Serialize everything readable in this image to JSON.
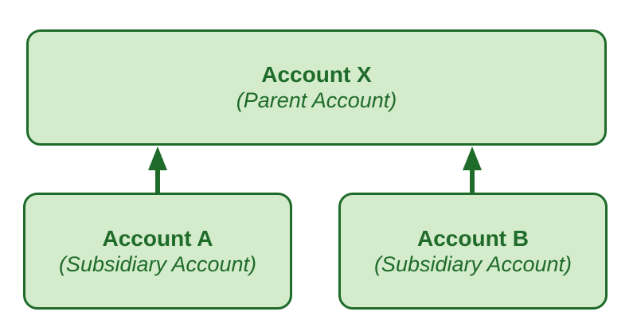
{
  "colors": {
    "box_fill": "#d4ebcc",
    "box_border": "#1e6b2a",
    "text": "#1e6b2a",
    "arrow": "#1e6b2a"
  },
  "parent": {
    "title": "Account X",
    "subtitle": "(Parent Account)"
  },
  "children": [
    {
      "title": "Account A",
      "subtitle": "(Subsidiary Account)"
    },
    {
      "title": "Account B",
      "subtitle": "(Subsidiary Account)"
    }
  ],
  "edges": [
    {
      "from": "Account A",
      "to": "Account X"
    },
    {
      "from": "Account B",
      "to": "Account X"
    }
  ]
}
